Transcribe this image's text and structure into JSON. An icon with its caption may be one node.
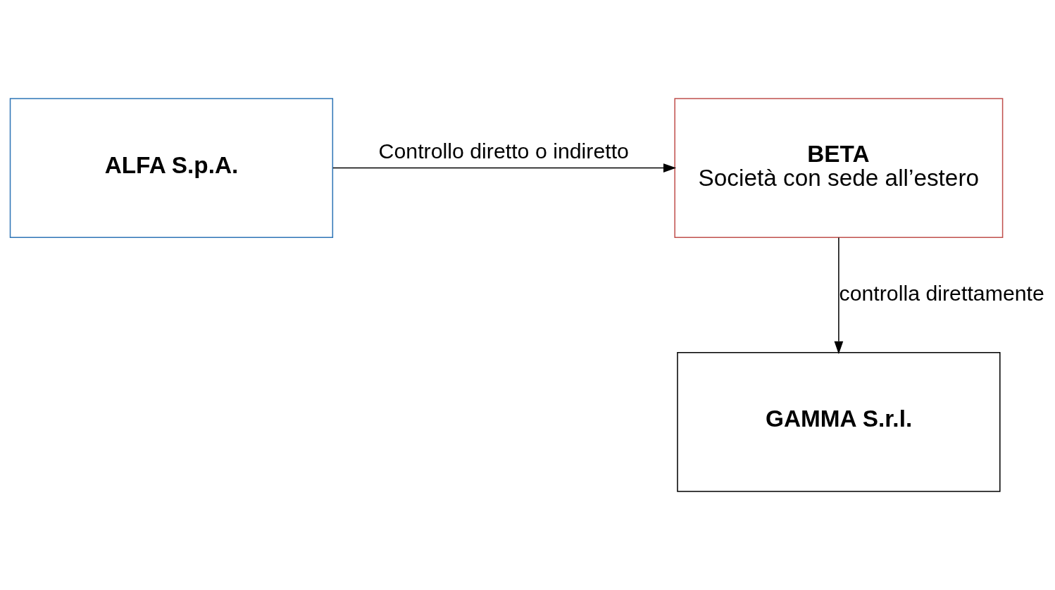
{
  "diagram": {
    "nodes": [
      {
        "text": [
          "ALFA S.p.A."
        ]
      },
      {
        "text": [
          "BETA",
          "Società con sede all’estero"
        ]
      },
      {
        "text": [
          "GAMMA S.r.l."
        ]
      }
    ],
    "edges": [
      {
        "from": 0,
        "to": 1,
        "arrow": "to",
        "label": "Controllo diretto o indiretto"
      },
      {
        "from": 1,
        "to": 2,
        "arrow": "to",
        "label": "controlla direttamente"
      }
    ]
  }
}
